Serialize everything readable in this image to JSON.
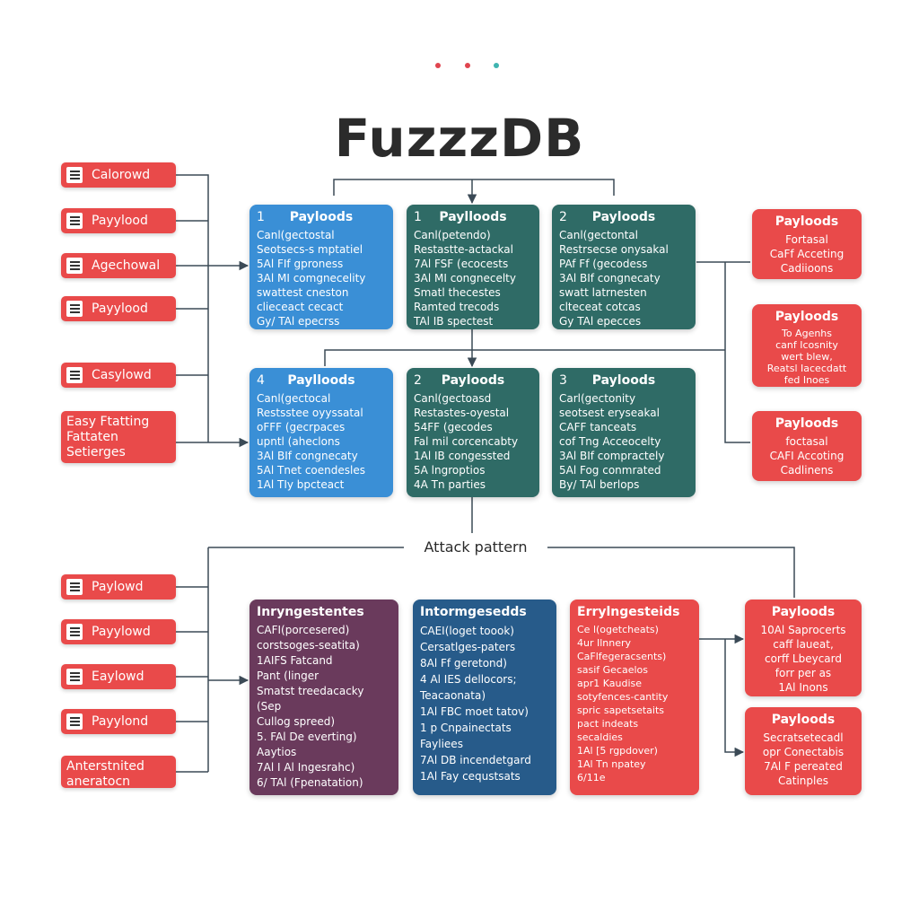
{
  "title": "FuzzzDB",
  "section_label": "Attack pattern",
  "colors": {
    "blue": "#3a8fd6",
    "teal": "#2f6b66",
    "purple": "#6a3a5c",
    "navy": "#275b8a",
    "red": "#e94a4a",
    "connector": "#3b4a56",
    "dot_red": "#e0454f",
    "dot_teal": "#3fb4b0"
  },
  "left_chips_top": [
    {
      "label": "Calorowd",
      "icon": "document-icon"
    },
    {
      "label": "Payylood",
      "icon": "document-icon"
    },
    {
      "label": "Agechowal",
      "icon": "document-icon"
    },
    {
      "label": "Payylood",
      "icon": "document-icon"
    },
    {
      "label": "Casylowd",
      "icon": "document-icon"
    },
    {
      "label": "Easy Ftatting\nFattaten\nSetierges"
    }
  ],
  "left_chips_bottom": [
    {
      "label": "Paylowd",
      "icon": "document-icon"
    },
    {
      "label": "Payylowd",
      "icon": "document-icon"
    },
    {
      "label": "Eaylowd",
      "icon": "document-icon"
    },
    {
      "label": "Payylond",
      "icon": "document-icon"
    },
    {
      "label": "Anterstnited\naneratocn"
    }
  ],
  "cards_row1": [
    {
      "num": "1",
      "title": "Payloods",
      "lines": [
        "Canl(gectostal",
        "Seotsecs-s mptatiel",
        "5Al FIf gproness",
        "3Al MI comgnecelity",
        "swattest cneston",
        "clieceact cecact",
        "Gy/ TAl epecrss"
      ]
    },
    {
      "num": "1",
      "title": "Paylloods",
      "lines": [
        "Canl(petendo)",
        "Restastte-actackal",
        "7Al FSF (ecocests",
        "3Al MI congnecelty",
        "Smatl thecestes",
        "Ramted trecods",
        "TAl IB spectest"
      ]
    },
    {
      "num": "2",
      "title": "Payloods",
      "lines": [
        "Canl(gectontal",
        "Restrsecse onysakal",
        "PAf Ff (gecodess",
        "3Al BIf congnecaty",
        "swatt latrnesten",
        "clteceat cotcas",
        "Gy TAl epecces"
      ]
    }
  ],
  "cards_row2": [
    {
      "num": "4",
      "title": "Paylloods",
      "lines": [
        "Canl(gectocal",
        "Restsstee oyyssatal",
        "oFFF (gecrpaces",
        "upntl (aheclons",
        "3Al BIf congnecaty",
        "5Al Tnet coendesles",
        "1Al TIy bpcteact"
      ]
    },
    {
      "num": "2",
      "title": "Payloods",
      "lines": [
        "Canl(gectoasd",
        "Restastes-oyestal",
        "54FF (gecodes",
        "Fal mil corcencabty",
        "1Al IB congessted",
        "5A lngroptios",
        "4A Tn parties"
      ]
    },
    {
      "num": "3",
      "title": "Payloods",
      "lines": [
        "Carl(gectonity",
        "seotsest eryseakal",
        "CAFF tanceats",
        "cof Tng Acceocelty",
        "3Al BIf compractely",
        "5Al Fog conmrated",
        "By/ TAl berlops"
      ]
    }
  ],
  "right_cards_top": [
    {
      "title": "Payloods",
      "lines": [
        "Fortasal",
        "CaFf Acceting",
        "Cadiioons"
      ]
    },
    {
      "title": "Payloods",
      "lines": [
        "To Agenhs",
        "canf Icosnity",
        "wert blew,",
        "Reatsl Iacecdatt",
        "fed Inoes"
      ]
    },
    {
      "title": "Payloods",
      "lines": [
        "foctasal",
        "CAFI Accoting",
        "Cadlinens"
      ]
    }
  ],
  "cards_bottom": [
    {
      "title": "Inryngestentes",
      "lines": [
        "CAFI(porcesered)",
        "corstsoges-seatita)",
        "1AIFS Fatcand",
        "Pant (linger",
        "Smatst treedacacky",
        "(Sep",
        "Cullog spreed)",
        "5. FAl De everting)",
        "Aaytios",
        "7Al I Al Ingesrahc)",
        "6/ TAl (Fpenatation)"
      ]
    },
    {
      "title": "Intormgesedds",
      "lines": [
        "CAEI(loget toook)",
        "Cersatlges-paters",
        "8Al Ff geretond)",
        "4 Al IES dellocors;",
        "Teacaonata)",
        "1Al FBC moet tatov)",
        "1 p Cnpainectats",
        "Fayliees",
        "7Al DB incendetgard",
        "1Al Fay cequstsats"
      ]
    },
    {
      "title": "Errylngesteids",
      "lines": [
        "Ce l(ogetcheats)",
        "4ur Ilnnery",
        "CaFlfegeracsents)",
        "sasif Gecaelos",
        "apr1 Kaudise",
        "sotyfences-cantity",
        "spric sapetsetaits",
        "pact indeats",
        "secaldies",
        "1Al [5 rgpdover)",
        "1Al Tn npatey",
        "6/11e"
      ]
    }
  ],
  "right_cards_bottom": [
    {
      "title": "Payloods",
      "lines": [
        "10Al Saprocerts",
        "caff laueat,",
        "corff Lbeycard",
        "forr per as",
        "1Al Inons"
      ]
    },
    {
      "title": "Payloods",
      "lines": [
        "Secratsetecadl",
        "opr Conectabis",
        "7Al F pereated",
        "Catinples"
      ]
    }
  ]
}
